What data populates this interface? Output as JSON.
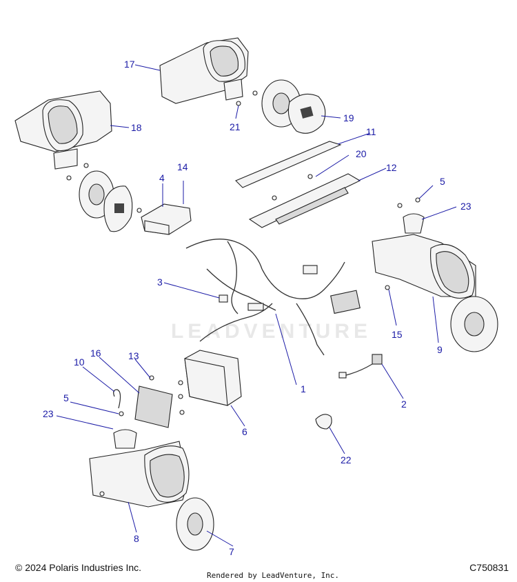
{
  "watermark": "LEADVENTURE",
  "callouts": {
    "c1": "1",
    "c2": "2",
    "c3": "3",
    "c4": "4",
    "c5a": "5",
    "c5b": "5",
    "c6": "6",
    "c7": "7",
    "c8": "8",
    "c9": "9",
    "c10": "10",
    "c11": "11",
    "c12": "12",
    "c13": "13",
    "c14": "14",
    "c15": "15",
    "c16": "16",
    "c17": "17",
    "c18": "18",
    "c19": "19",
    "c20": "20",
    "c21": "21",
    "c22": "22",
    "c23a": "23",
    "c23b": "23"
  },
  "footer": {
    "copyright": "© 2024 Polaris Industries Inc.",
    "rendered": "Rendered by LeadVenture, Inc.",
    "code": "C750831"
  },
  "colors": {
    "callout": "#1a1aa6",
    "line": "#222222"
  }
}
